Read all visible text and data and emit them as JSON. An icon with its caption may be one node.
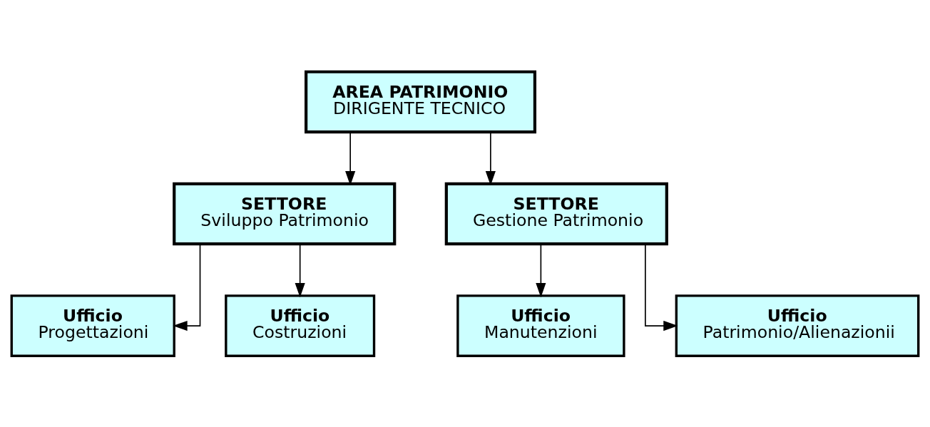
{
  "diagram": {
    "nodes": [
      {
        "text": [
          "AREA PATRIMONIO",
          "DIRIGENTE TECNICO"
        ]
      },
      {
        "text": [
          "SETTORE",
          "Sviluppo Patrimonio"
        ]
      },
      {
        "text": [
          "SETTORE",
          "Gestione Patrimonio"
        ]
      },
      {
        "text": [
          "Ufficio",
          "Progettazioni"
        ]
      },
      {
        "text": [
          "Ufficio",
          "Costruzioni"
        ]
      },
      {
        "text": [
          "Ufficio",
          "Manutenzioni"
        ]
      },
      {
        "text": [
          "Ufficio",
          "Patrimonio/Alienazionii"
        ]
      }
    ],
    "edges": [
      {
        "from": 0,
        "to": 1,
        "arrow": "to"
      },
      {
        "from": 0,
        "to": 2,
        "arrow": "to"
      },
      {
        "from": 1,
        "to": 3,
        "arrow": "to"
      },
      {
        "from": 1,
        "to": 4,
        "arrow": "to"
      },
      {
        "from": 2,
        "to": 5,
        "arrow": "to"
      },
      {
        "from": 2,
        "to": 6,
        "arrow": "to"
      }
    ]
  }
}
